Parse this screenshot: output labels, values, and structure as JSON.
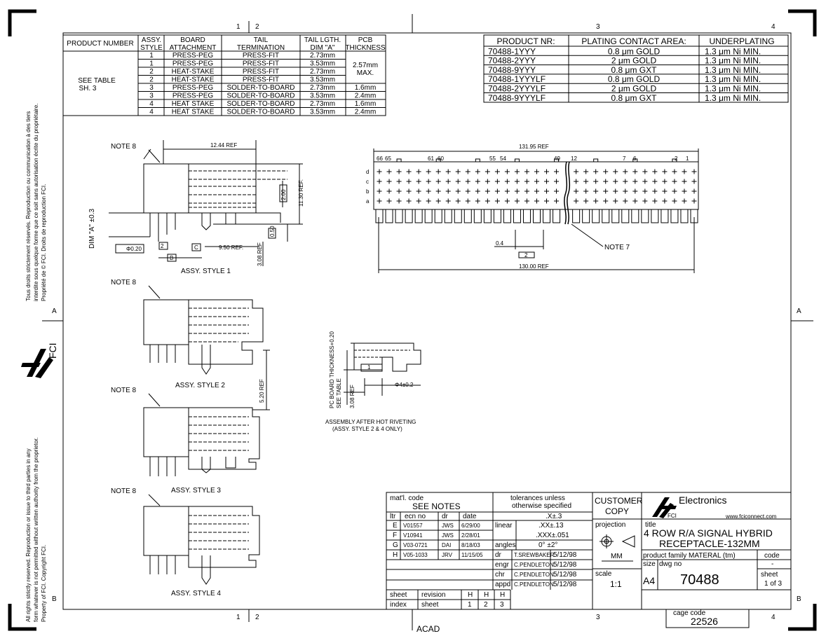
{
  "left_box": {
    "headers": [
      "PRODUCT NUMBER",
      "ASSY. STYLE",
      "BOARD ATTACHMENT",
      "TAIL TERMINATION",
      "TAIL LGTH. DIM \"A\"",
      "PCB THICKNESS"
    ],
    "header_lines": {
      "product": [
        "PRODUCT NUMBER"
      ],
      "assy": [
        "ASSY.",
        "STYLE"
      ],
      "board": [
        "BOARD",
        "ATTACHMENT"
      ],
      "tail": [
        "TAIL",
        "TERMINATION"
      ],
      "taillg": [
        "TAIL LGTH.",
        "DIM \"A\""
      ],
      "pcb": [
        "PCB",
        "THICKNESS"
      ]
    },
    "see_table": [
      "SEE TABLE",
      "SH. 3"
    ],
    "rows": [
      {
        "style": "1",
        "board": "PRESS-PEG",
        "tail": "PRESS-FIT",
        "dim": "2.73mm",
        "pcb": ""
      },
      {
        "style": "1",
        "board": "PRESS-PEG",
        "tail": "PRESS-FIT",
        "dim": "3.53mm",
        "pcb": ""
      },
      {
        "style": "2",
        "board": "HEAT-STAKE",
        "tail": "PRESS-FIT",
        "dim": "2.73mm",
        "pcb": ""
      },
      {
        "style": "2",
        "board": "HEAT-STAKE",
        "tail": "PRESS-FIT",
        "dim": "3.53mm",
        "pcb": ""
      },
      {
        "style": "3",
        "board": "PRESS-PEG",
        "tail": "SOLDER-TO-BOARD",
        "dim": "2.73mm",
        "pcb": "1.6mm"
      },
      {
        "style": "3",
        "board": "PRESS-PEG",
        "tail": "SOLDER-TO-BOARD",
        "dim": "3.53mm",
        "pcb": "2.4mm"
      },
      {
        "style": "4",
        "board": "HEAT STAKE",
        "tail": "SOLDER-TO-BOARD",
        "dim": "2.73mm",
        "pcb": "1.6mm"
      },
      {
        "style": "4",
        "board": "HEAT STAKE",
        "tail": "SOLDER-TO-BOARD",
        "dim": "3.53mm",
        "pcb": "2.4mm"
      }
    ],
    "pcb_merged": [
      "2.57mm",
      "MAX."
    ]
  },
  "right_box": {
    "headers": [
      "PRODUCT NR:",
      "PLATING CONTACT AREA:",
      "UNDERPLATING"
    ],
    "rows": [
      [
        "70488-1YYY",
        "0.8 μm GOLD",
        "1.3 μm Ni MIN."
      ],
      [
        "70488-2YYY",
        "2 μm GOLD",
        "1.3 μm Ni MIN."
      ],
      [
        "70488-9YYY",
        "0.8 μm GXT",
        "1.3 μm Ni MIN."
      ],
      [
        "70488-1YYYLF",
        "0.8 μm GOLD",
        "1.3 μm Ni MIN."
      ],
      [
        "70488-2YYYLF",
        "2 μm GOLD",
        "1.3 μm Ni MIN."
      ],
      [
        "70488-9YYYLF",
        "0.8 μm GXT",
        "1.3 μm Ni MIN."
      ]
    ]
  },
  "zones": {
    "col1": "1",
    "col2": "2",
    "col3": "3",
    "col4": "4",
    "rowA": "A",
    "rowB": "B"
  },
  "notes": {
    "note8": "NOTE 8",
    "note7": "NOTE 7",
    "assy1": "ASSY. STYLE 1",
    "assy2": "ASSY. STYLE 2",
    "assy3": "ASSY. STYLE 3",
    "assy4": "ASSY. STYLE 4",
    "hot_rivet": [
      "ASSEMBLY AFTER HOT RIVETING",
      "(ASSY. STYLE 2 & 4 ONLY)"
    ]
  },
  "dims": {
    "ref1244": "12.44 REF",
    "ref1130": "11.30 REF.",
    "d200": "2.00",
    "d050": "0.50",
    "dimA": "DIM \"A\" ±0.3",
    "phi020": "Φ0.20",
    "d2": "2",
    "dB": "B",
    "dC": "C",
    "ref950": "9.50 REF.",
    "d308": "3.08 REF",
    "ref520": "5.20 REF",
    "ref13195": "131.95 REF",
    "ref13000": "130.00 REF",
    "d04": "0.4",
    "d2b": "2",
    "pcb_thick": "PC BOARD THICKNESS+0.20",
    "see_table": "SEE TABLE",
    "d308b": "3.08 REF",
    "phi4": "Φ4±0.2",
    "d1": "1",
    "pin_labels": [
      "66",
      "65",
      "61",
      "60",
      "55",
      "54",
      "49",
      "12",
      "7",
      "6",
      "2",
      "1"
    ],
    "row_labels": [
      "d",
      "c",
      "b",
      "a"
    ]
  },
  "side_text": {
    "fr1": "Tous droits strictement réservés. Reproduction ou communication à des tiers",
    "fr2": "interdite sous quelque forme que ce soit sans autorisation écrite du propriétaire.",
    "fr3": "Propriété de © FCI.   Droits de reproduction FCI.",
    "fci": "FCI",
    "en1": "All rights strictly reserved.  Reproduction or issue to third parties in any",
    "en2": "form whatever is not permitted without written authority from the proprietor.",
    "en3": "Property of FCI.   Copyright FCI."
  },
  "title_block": {
    "matl_lbl": "mat'l. code",
    "matl_val": "SEE NOTES",
    "rev_headers": [
      "ltr",
      "ecn no",
      "dr",
      "date"
    ],
    "revs": [
      [
        "E",
        "V01557",
        "JWS",
        "6/29/00"
      ],
      [
        "F",
        "V10941",
        "JWS",
        "2/28/01"
      ],
      [
        "G",
        "V03-0721",
        "DAI",
        "8/18/03"
      ],
      [
        "H",
        "V05-1033",
        "JRV",
        "11/15/05"
      ]
    ],
    "tol_title": [
      "tolerances unless",
      "otherwise specified"
    ],
    "tol_x": ".X±.3",
    "tol_linear": "linear",
    "tol_xx": ".XX±.13",
    "tol_xxx": ".XXX±.051",
    "tol_angles": "angles",
    "tol_ang": "0°  ±2°",
    "approvals": [
      [
        "dr",
        "T.SREWBAKER",
        "5/12/98"
      ],
      [
        "engr",
        "C.PENDLETON",
        "5/12/98"
      ],
      [
        "chr",
        "C.PENDLETON",
        "5/12/98"
      ],
      [
        "appd",
        "C.PENDLETON",
        "5/12/98"
      ]
    ],
    "customer": [
      "CUSTOMER",
      "COPY"
    ],
    "projection": "projection",
    "units": "MM",
    "scale_lbl": "scale",
    "scale": "1:1",
    "brand": "Electronics",
    "brand_small": "FCI",
    "url": "www.fciconnect.com",
    "title_lbl": "title",
    "title1": "4 ROW R/A SIGNAL HYBRID",
    "title2": "RECEPTACLE-132MM",
    "family": "product family MATERAL (tm)",
    "code_lbl": "code",
    "code_val": "-",
    "size_lbl": "size",
    "dwg_lbl": "dwg no",
    "size": "A4",
    "dwg": "70488",
    "sheet_lbl": "sheet",
    "sheet_val": "1 of 3",
    "sheet_index": {
      "sheet": "sheet",
      "index": "index",
      "revision": "revision",
      "sheet2": "sheet"
    },
    "sheet_revs": [
      "H",
      "H",
      "H"
    ],
    "sheet_nums": [
      "1",
      "2",
      "3"
    ],
    "cage_lbl": "cage code",
    "cage": "22526",
    "acad": "ACAD"
  }
}
